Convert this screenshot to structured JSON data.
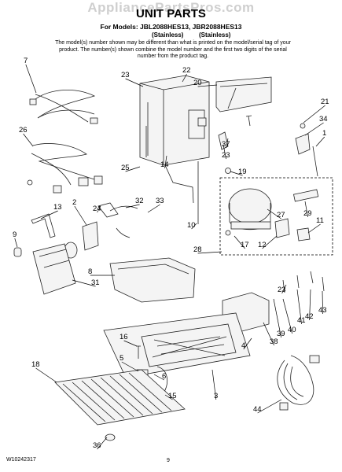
{
  "watermark": "AppliancePartsPros.com",
  "title": "UNIT PARTS",
  "models_line": "For Models: JBL2088HES13, JBR2088HES13",
  "variant_left": "(Stainless)",
  "variant_right": "(Stainless)",
  "note": "The model(s) number shown may be different than what is printed on the model/serial tag of your product. The number(s) shown combine the model number and the first two digits of the serial number from the product tag.",
  "doc_number": "W10242317",
  "page_number": "9",
  "callouts": [
    "7",
    "26",
    "23",
    "22",
    "20",
    "21",
    "34",
    "1",
    "37",
    "23",
    "14",
    "25",
    "19",
    "13",
    "2",
    "24",
    "32",
    "33",
    "10",
    "27",
    "29",
    "11",
    "9",
    "28",
    "17",
    "12",
    "8",
    "31",
    "23",
    "43",
    "42",
    "41",
    "4",
    "40",
    "39",
    "38",
    "16",
    "5",
    "6",
    "18",
    "15",
    "3",
    "36",
    "44"
  ]
}
